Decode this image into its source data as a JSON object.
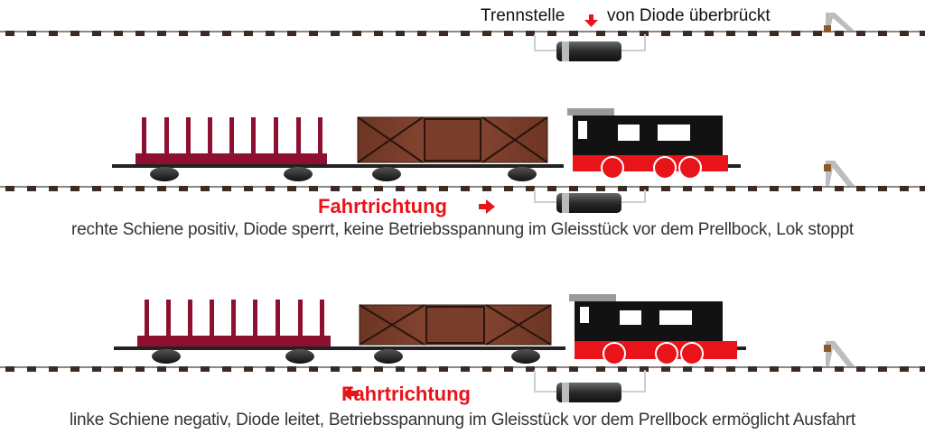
{
  "labels": {
    "separation_left": "Trennstelle",
    "separation_right": "von Diode überbrückt",
    "direction_forward": "Fahrtrichtung",
    "direction_backward": "Fahrtrichtung",
    "caption_forward": "rechte Schiene positiv, Diode sperrt, keine Betriebsspannung im Gleisstück vor dem Prellbock, Lok stoppt",
    "caption_backward": "linke Schiene negativ, Diode leitet, Betriebsspannung im Gleisstück vor dem Prellbock ermöglicht Ausfahrt"
  },
  "icons": {
    "separation_marker": "arrow-down-icon",
    "forward_arrow": "arrow-right-icon",
    "backward_arrow": "arrow-left-icon"
  },
  "colors": {
    "accent_red": "#e8141a",
    "rail_brown": "#6b5442",
    "locomotive_black": "#121212",
    "boxcar_brown": "#7a3d2c",
    "flatcar_red": "#8e1030",
    "diode_grey": "#3a3a3a"
  }
}
